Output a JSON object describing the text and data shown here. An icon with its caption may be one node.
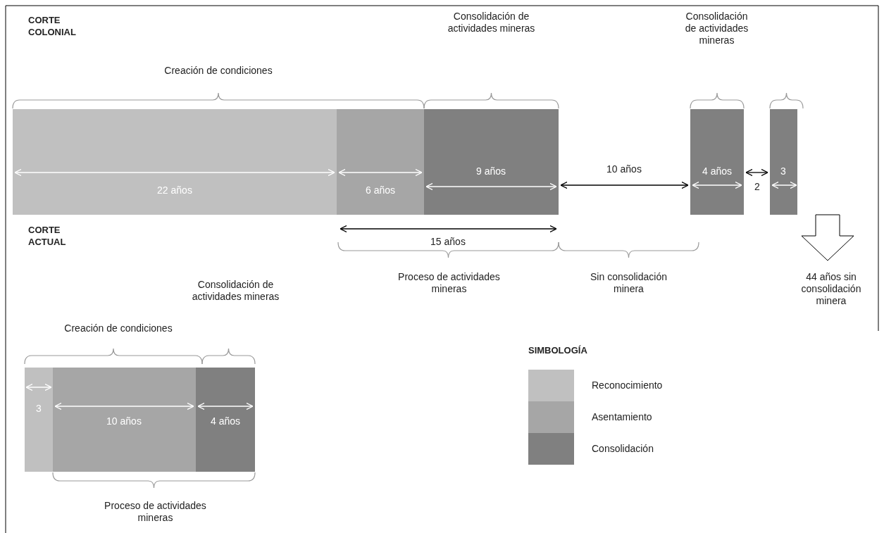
{
  "diagram": {
    "labels": [
      "CORTE COLONIAL",
      "Consolidación de actividades mineras",
      "Consolidación de actividades mineras",
      "Creación de condiciones",
      "9 años",
      "10 años",
      "4 años",
      "3",
      "22 años",
      "6 años",
      "2",
      "15 años",
      "CORTE ACTUAL",
      "Proceso de actividades mineras",
      "Sin consolidación minera",
      "44 años sin consolidación minera",
      "Consolidación de actividades mineras",
      "Creación de condiciones",
      "SIMBOLOGÍA",
      "3",
      "10 años",
      "4 años",
      "Proceso de actividades mineras"
    ],
    "legend": [
      {
        "text": "Reconocimiento",
        "color": "#c0c0c0"
      },
      {
        "text": "Asentamiento",
        "color": "#a6a6a6"
      },
      {
        "text": "Consolidación",
        "color": "#808080"
      }
    ]
  }
}
